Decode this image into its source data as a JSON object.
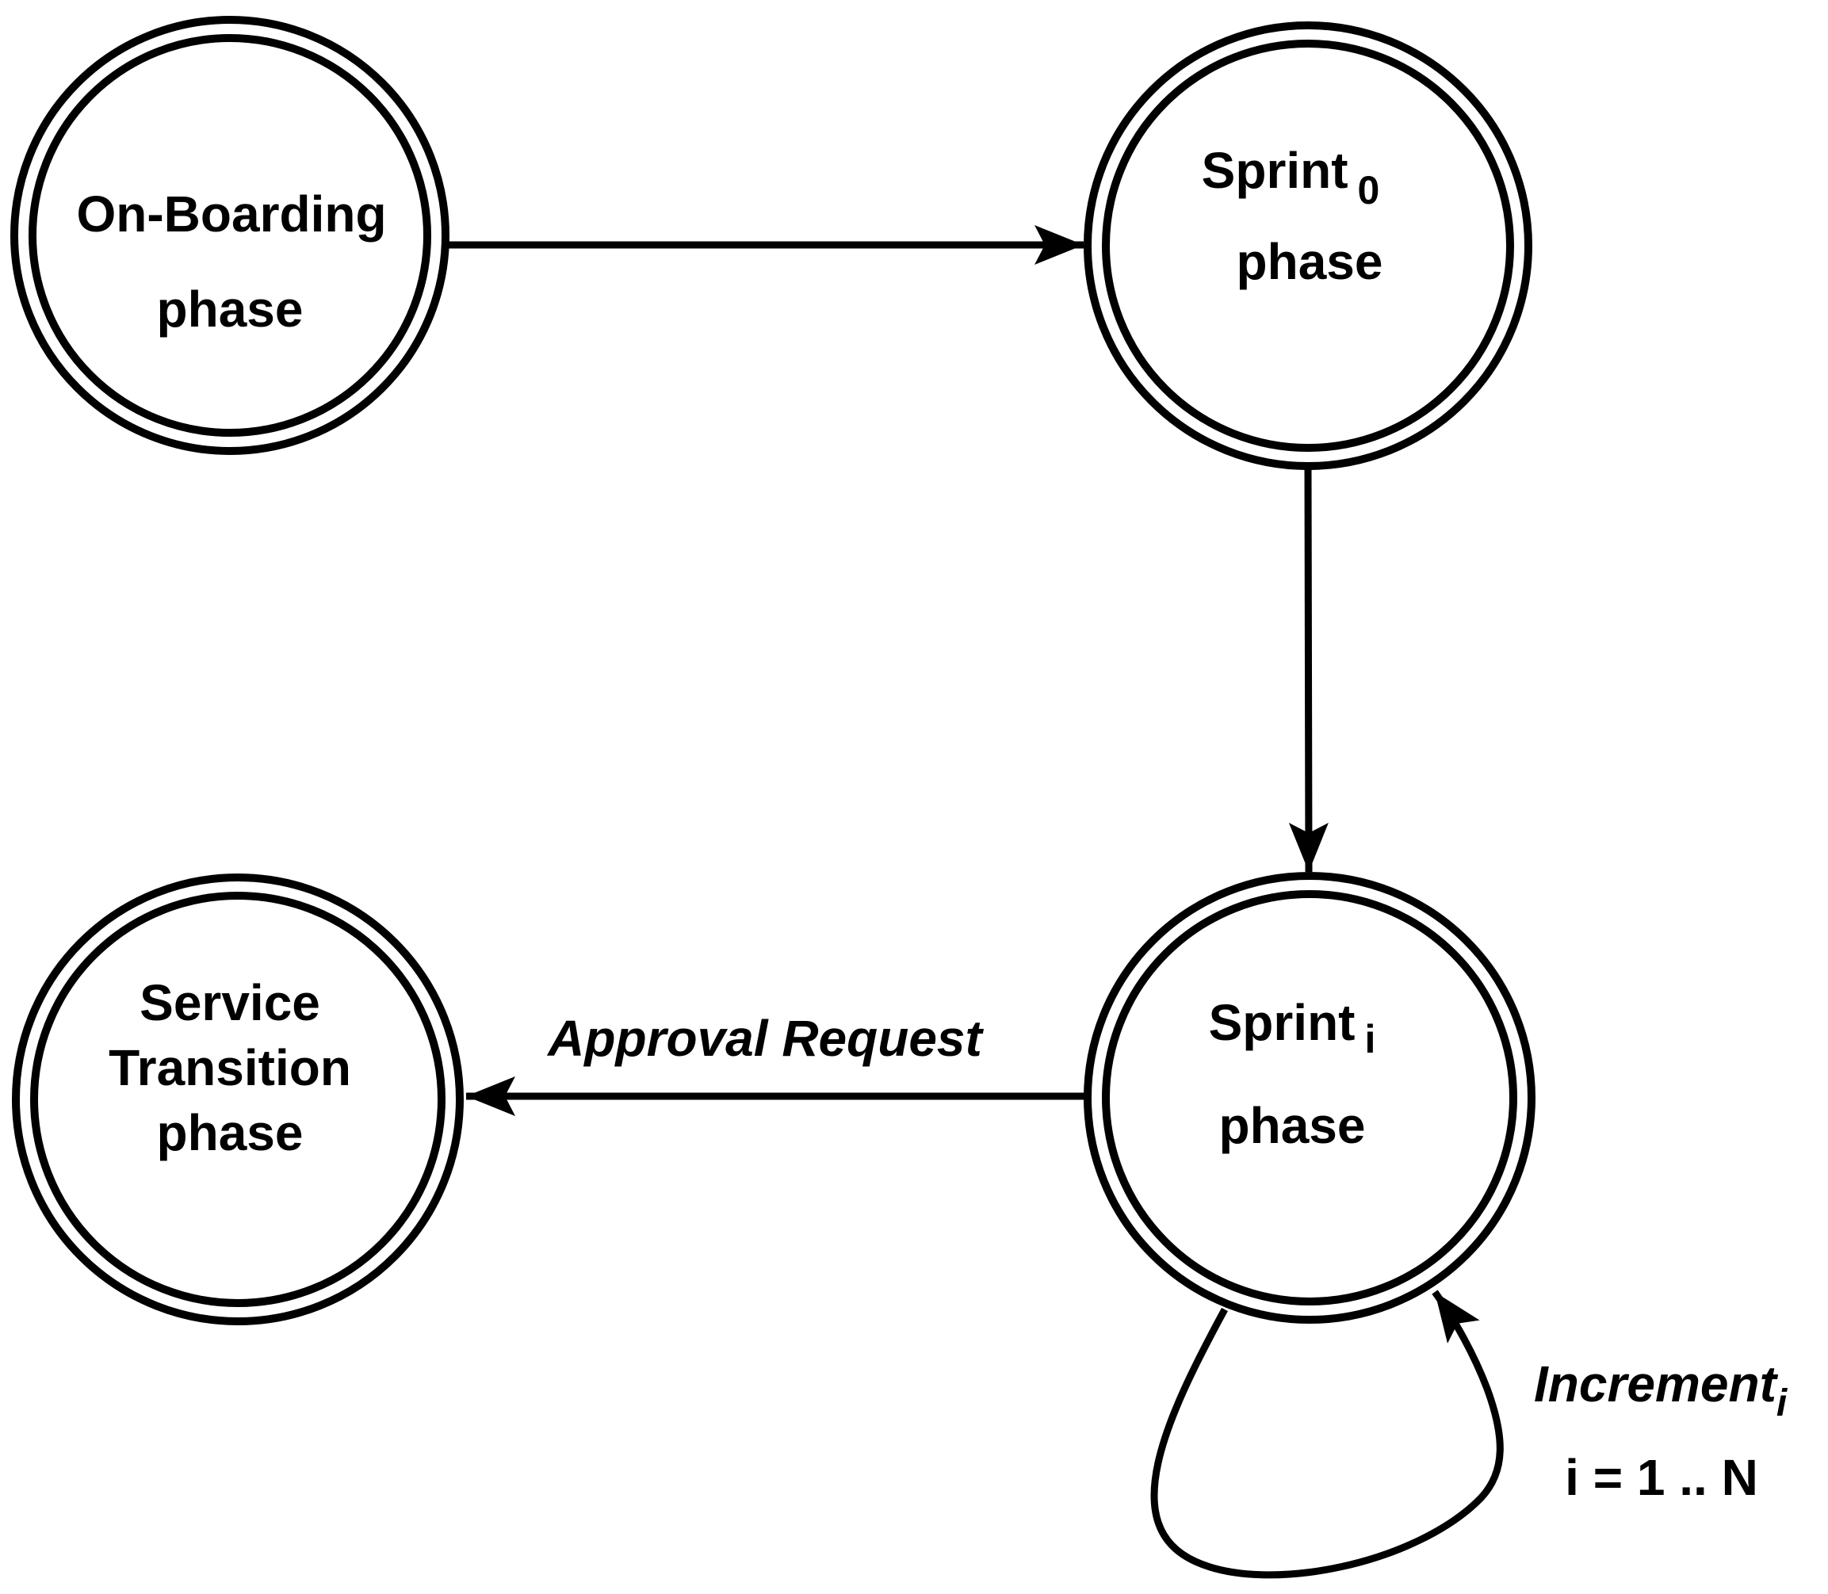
{
  "figure": {
    "type": "state-diagram",
    "colors": {
      "background": "#ffffff",
      "stroke": "#000000",
      "text": "#000000"
    },
    "states": [
      {
        "id": "on-boarding",
        "shape": "double-circle",
        "line1": "On-Boarding",
        "line2": "phase"
      },
      {
        "id": "sprint-0",
        "shape": "double-circle",
        "line1_main": "Sprint",
        "line1_sub": "0",
        "line2": "phase"
      },
      {
        "id": "service-transition",
        "shape": "double-circle",
        "line1": "Service",
        "line2": "Transition",
        "line3": "phase"
      },
      {
        "id": "sprint-i",
        "shape": "double-circle",
        "line1_main": "Sprint",
        "line1_sub": "i",
        "line2": "phase"
      }
    ],
    "transitions": [
      {
        "from": "on-boarding",
        "to": "sprint-0",
        "label": ""
      },
      {
        "from": "sprint-0",
        "to": "sprint-i",
        "label": ""
      },
      {
        "from": "sprint-i",
        "to": "service-transition",
        "label": "Approval Request"
      },
      {
        "from": "sprint-i",
        "to": "sprint-i",
        "label_main": "Increment",
        "label_sub": "i",
        "label_note": "i = 1 .. N"
      }
    ],
    "labels": {
      "approval_request": "Approval Request",
      "increment_main": "Increment",
      "increment_sub": "i",
      "increment_range": "i = 1 .. N"
    }
  }
}
